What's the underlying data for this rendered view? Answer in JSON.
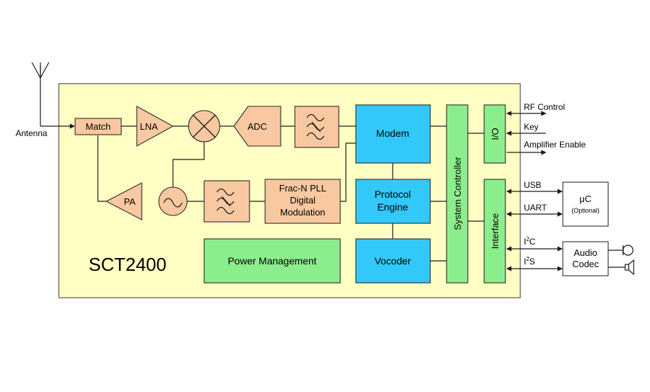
{
  "chip": {
    "name": "SCT2400",
    "colors": {
      "chip_fill": "#ffffc4",
      "rf_block": "#f8c8a0",
      "digital_block": "#33c8fa",
      "control_block": "#8ced8c"
    }
  },
  "antenna": {
    "label": "Antenna"
  },
  "rf_chain": {
    "match": "Match",
    "lna": "LNA",
    "pa": "PA",
    "adc": "ADC",
    "pll_line1": "Frac-N PLL",
    "pll_line2": "Digital",
    "pll_line3": "Modulation"
  },
  "digital": {
    "modem": "Modem",
    "protocol_line1": "Protocol",
    "protocol_line2": "Engine",
    "vocoder": "Vocoder",
    "power_management": "Power Management",
    "system_controller": "System Controller",
    "io": "I/O",
    "interface": "Interface"
  },
  "signals": {
    "rf_control": "RF Control",
    "key": "Key",
    "amplifier_enable": "Amplifier Enable",
    "usb": "USB",
    "uart": "UART",
    "i2c_base": "I",
    "i2c_sup": "2",
    "i2c_tail": "C",
    "i2s_base": "I",
    "i2s_sup": "2",
    "i2s_tail": "S"
  },
  "external": {
    "uc_label": "μC",
    "uc_note": "(Optional)",
    "codec_line1": "Audio",
    "codec_line2": "Codec"
  },
  "icons": {
    "antenna": "antenna-icon",
    "mixer": "mixer-icon",
    "oscillator": "oscillator-icon",
    "filter": "filter-icon",
    "microphone": "microphone-icon",
    "speaker": "speaker-icon"
  }
}
